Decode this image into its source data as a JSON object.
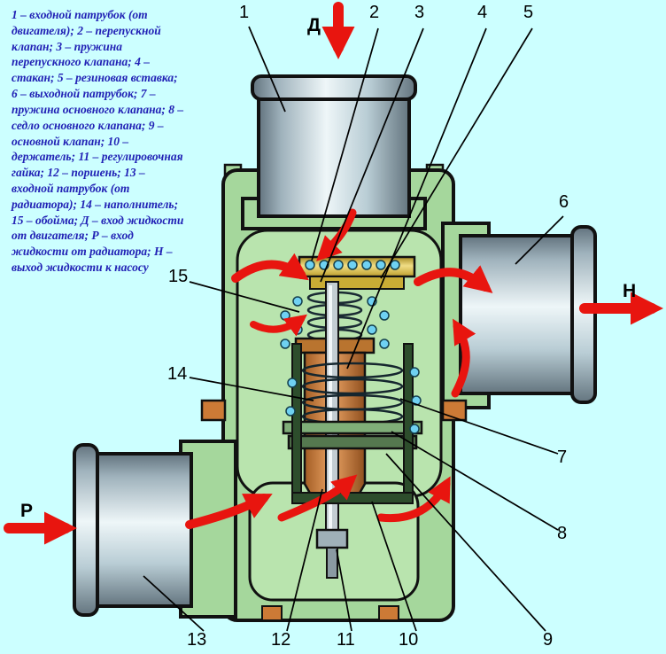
{
  "legend": {
    "text": "1 – входной патрубок (от двигателя); 2 – перепускной клапан; 3 – пружина перепускного клапана; 4 – стакан; 5 – резиновая вставка; 6 – выходной патрубок; 7 – пружина основного клапана; 8 – седло основного клапана; 9 – основной клапан; 10 – держатель; 11 – регулировочная гайка; 12 – поршень; 13 – входной патрубок (от радиатора); 14 – наполнитель; 15 – обойма; Д – вход жидкости от двигателя; Р – вход жидкости от радиатора; Н – выход жидкости к насосу"
  },
  "callouts": {
    "c1": "1",
    "c2": "2",
    "c3": "3",
    "c4": "4",
    "c5": "5",
    "c6": "6",
    "c7": "7",
    "c8": "8",
    "c9": "9",
    "c10": "10",
    "c11": "11",
    "c12": "12",
    "c13": "13",
    "c14": "14",
    "c15": "15",
    "d": "Д",
    "p": "Р",
    "h": "Н"
  },
  "colors": {
    "background": "#ccffff",
    "body_green": "#a5d79c",
    "chamber_green": "#b9e4ae",
    "arrow_red": "#e8150f",
    "legend_blue": "#2121b5",
    "brass": "#e9d26a",
    "copper": "#d98c49",
    "coolant_dot_blue": "#6fd1f2"
  }
}
